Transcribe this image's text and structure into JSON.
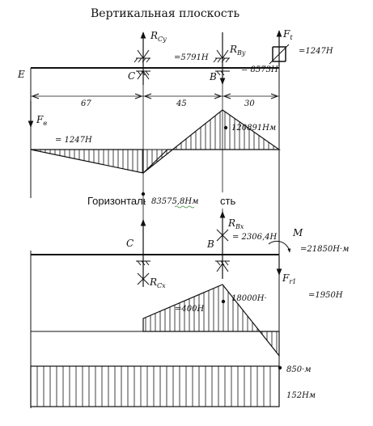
{
  "vertical_plane": {
    "title": "Вертикальная плоскость",
    "support_e_label": "E",
    "support_c_label": "C",
    "support_b_label": "B",
    "reaction_c": {
      "main": "R",
      "sub": "Cy"
    },
    "reaction_b": {
      "main": "R",
      "sub": "By"
    },
    "force_t": {
      "main": "F",
      "sub": "t"
    },
    "force_b": {
      "main": "F",
      "sub": "в"
    },
    "value_rcy": "=5791Н",
    "value_rby": "= 8573Н",
    "value_ft": "=1247Н",
    "dimensions": [
      "67",
      "45",
      "30"
    ],
    "moment_left_value": "= 1247Н",
    "moment_peak_value": "120891Нм",
    "moment_c_value": "83575,8Нм"
  },
  "horizontal_plane": {
    "title": "Горизонтальная плоскость",
    "support_c_label": "C",
    "support_b_label": "B",
    "reaction_c": {
      "main": "R",
      "sub": "Cx"
    },
    "reaction_b": {
      "main": "R",
      "sub": "Bx"
    },
    "force_r": {
      "main": "F",
      "sub": "r1"
    },
    "moment_label": "M",
    "value_rbx": "= 2306,4Н",
    "value_m": "=21850Н·м",
    "value_fr": "=1950Н",
    "moment_c_value": "=400Н",
    "moment_peak_value": "18000Н·",
    "torque_value": "850·м",
    "bottom_value": "152Нм"
  },
  "colors": {
    "ink": "#111111",
    "squiggle": "#3a8a3a"
  }
}
